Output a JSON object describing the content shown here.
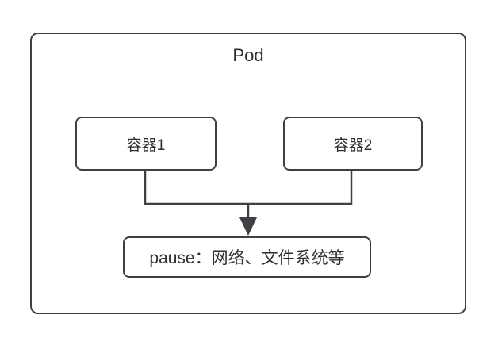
{
  "diagram": {
    "title": "Pod",
    "nodes": {
      "container1": {
        "label": "容器1"
      },
      "container2": {
        "label": "容器2"
      },
      "pause": {
        "label": "pause：网络、文件系统等"
      }
    },
    "connector": {
      "type": "merge-arrow",
      "from": [
        "container1",
        "container2"
      ],
      "to": "pause",
      "arrow_icon": "arrow-down-icon"
    },
    "colors": {
      "line": "#3f3f44",
      "text": "#2e2e33",
      "background": "#ffffff"
    }
  }
}
